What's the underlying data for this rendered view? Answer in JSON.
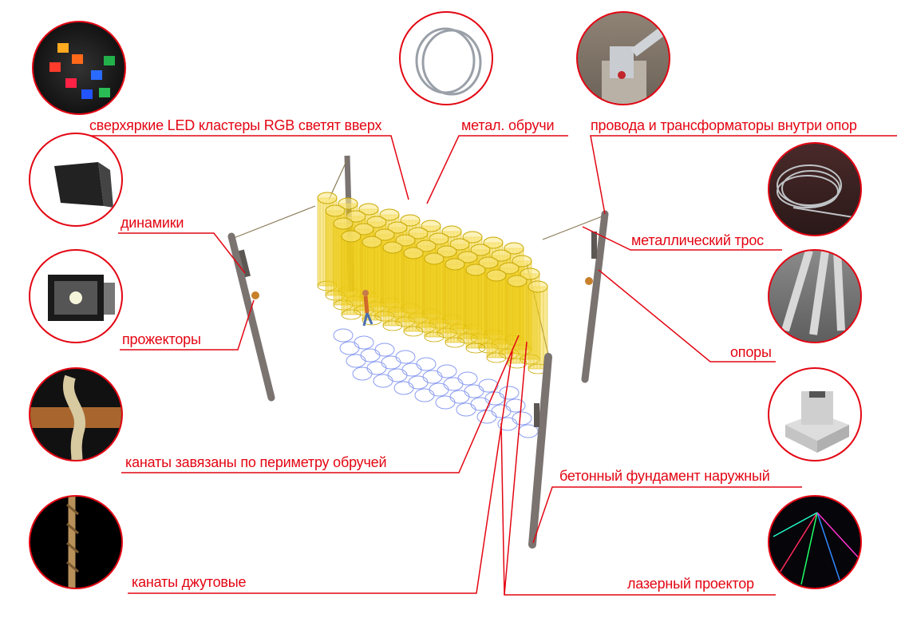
{
  "labels": {
    "led": "сверхяркие LED кластеры RGB светят вверх",
    "hoops": "метал. обручи",
    "wires": "провода и трансформаторы внутри опор",
    "speakers": "динамики",
    "cable": "металлический трос",
    "spotlights": "прожекторы",
    "poles": "опоры",
    "ropes_tied": "канаты завязаны по периметру обручей",
    "foundation": "бетонный фундамент наружный",
    "jute": "канаты джутовые",
    "laser": "лазерный проектор"
  },
  "photos": [
    "led-clusters",
    "metal-hoops",
    "pole-base-wiring",
    "speaker",
    "steel-cable",
    "floodlight",
    "steel-poles",
    "rope-knot",
    "concrete-foundation",
    "jute-rope",
    "laser-projector"
  ],
  "colors": {
    "accent": "#e30613",
    "cylinders": "#f2d11a",
    "ground_rings": "#8a9cf0",
    "pole": "#7a7370"
  }
}
